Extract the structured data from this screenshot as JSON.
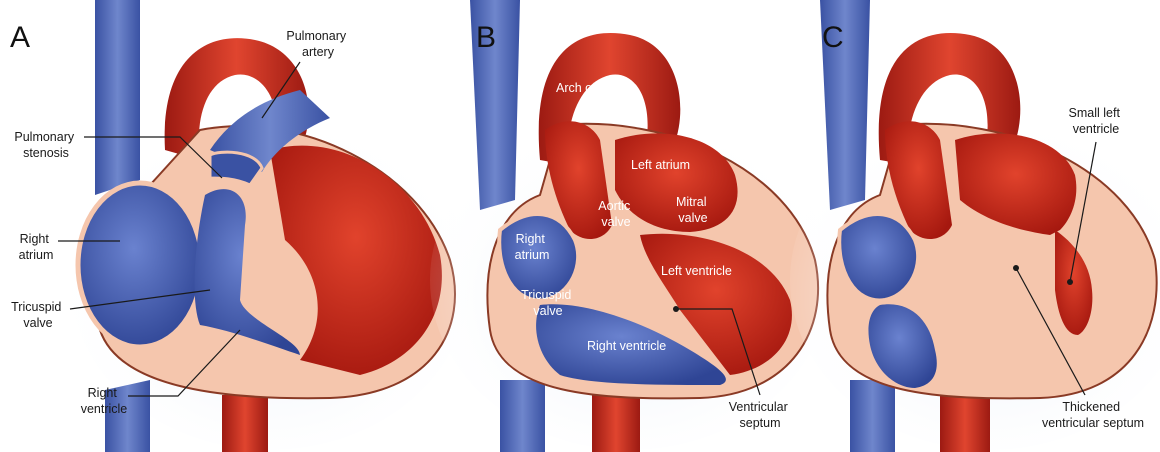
{
  "colors": {
    "vein_blue": "#4a64b4",
    "vein_blue_dark": "#2c3f8c",
    "artery_red": "#c8261c",
    "artery_red_dark": "#8e140f",
    "tissue_pink": "#f5c6ad",
    "tissue_outline": "#8a3a25",
    "glow": "#dfe8f7"
  },
  "panels": {
    "a": {
      "letter": "A",
      "labels": {
        "pulmonary_artery": [
          "Pulmonary",
          "artery"
        ],
        "pulmonary_stenosis": [
          "Pulmonary",
          "stenosis"
        ],
        "right_atrium": [
          "Right",
          "atrium"
        ],
        "tricuspid_valve": [
          "Tricuspid",
          "valve"
        ],
        "right_ventricle": [
          "Right",
          "ventricle"
        ]
      }
    },
    "b": {
      "letter": "B",
      "labels": {
        "arch_of_aorta": "Arch of aorta",
        "left_atrium": "Left atrium",
        "aortic_valve": [
          "Aortic",
          "valve"
        ],
        "mitral_valve": [
          "Mitral",
          "valve"
        ],
        "right_atrium": [
          "Right",
          "atrium"
        ],
        "left_ventricle": "Left ventricle",
        "tricuspid_valve": [
          "Tricuspid",
          "valve"
        ],
        "right_ventricle": "Right ventricle",
        "ventricular_septum": [
          "Ventricular",
          "septum"
        ]
      }
    },
    "c": {
      "letter": "C",
      "labels": {
        "small_left_ventricle": [
          "Small left",
          "ventricle"
        ],
        "thickened_ventricular_septum": [
          "Thickened",
          "ventricular septum"
        ]
      }
    }
  }
}
